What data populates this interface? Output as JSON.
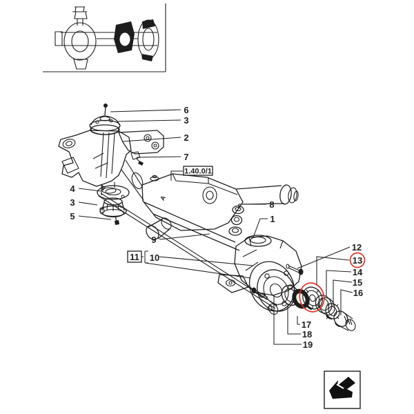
{
  "page": {
    "background": "#ffffff",
    "ink": "#1d1d1d",
    "accent": "#dd3322"
  },
  "thumbnail": {
    "icon": "front-axle-assembly-thumbnail"
  },
  "reference_box": {
    "label": "1.40.0/1"
  },
  "housing_marking": "A",
  "callouts": {
    "c1": "1",
    "c2": "2",
    "c3_top": "3",
    "c3_lower": "3",
    "c4": "4",
    "c5": "5",
    "c6": "6",
    "c7": "7",
    "c8": "8",
    "c9": "9",
    "c10": "10",
    "c11": "11",
    "c12": "12",
    "c13": "13",
    "c14": "14",
    "c15": "15",
    "c16": "16",
    "c17": "17",
    "c18": "18",
    "c19": "19"
  },
  "highlight": {
    "circled_callout": "13"
  },
  "corner_icon": {
    "icon": "return-arrow-icon"
  }
}
